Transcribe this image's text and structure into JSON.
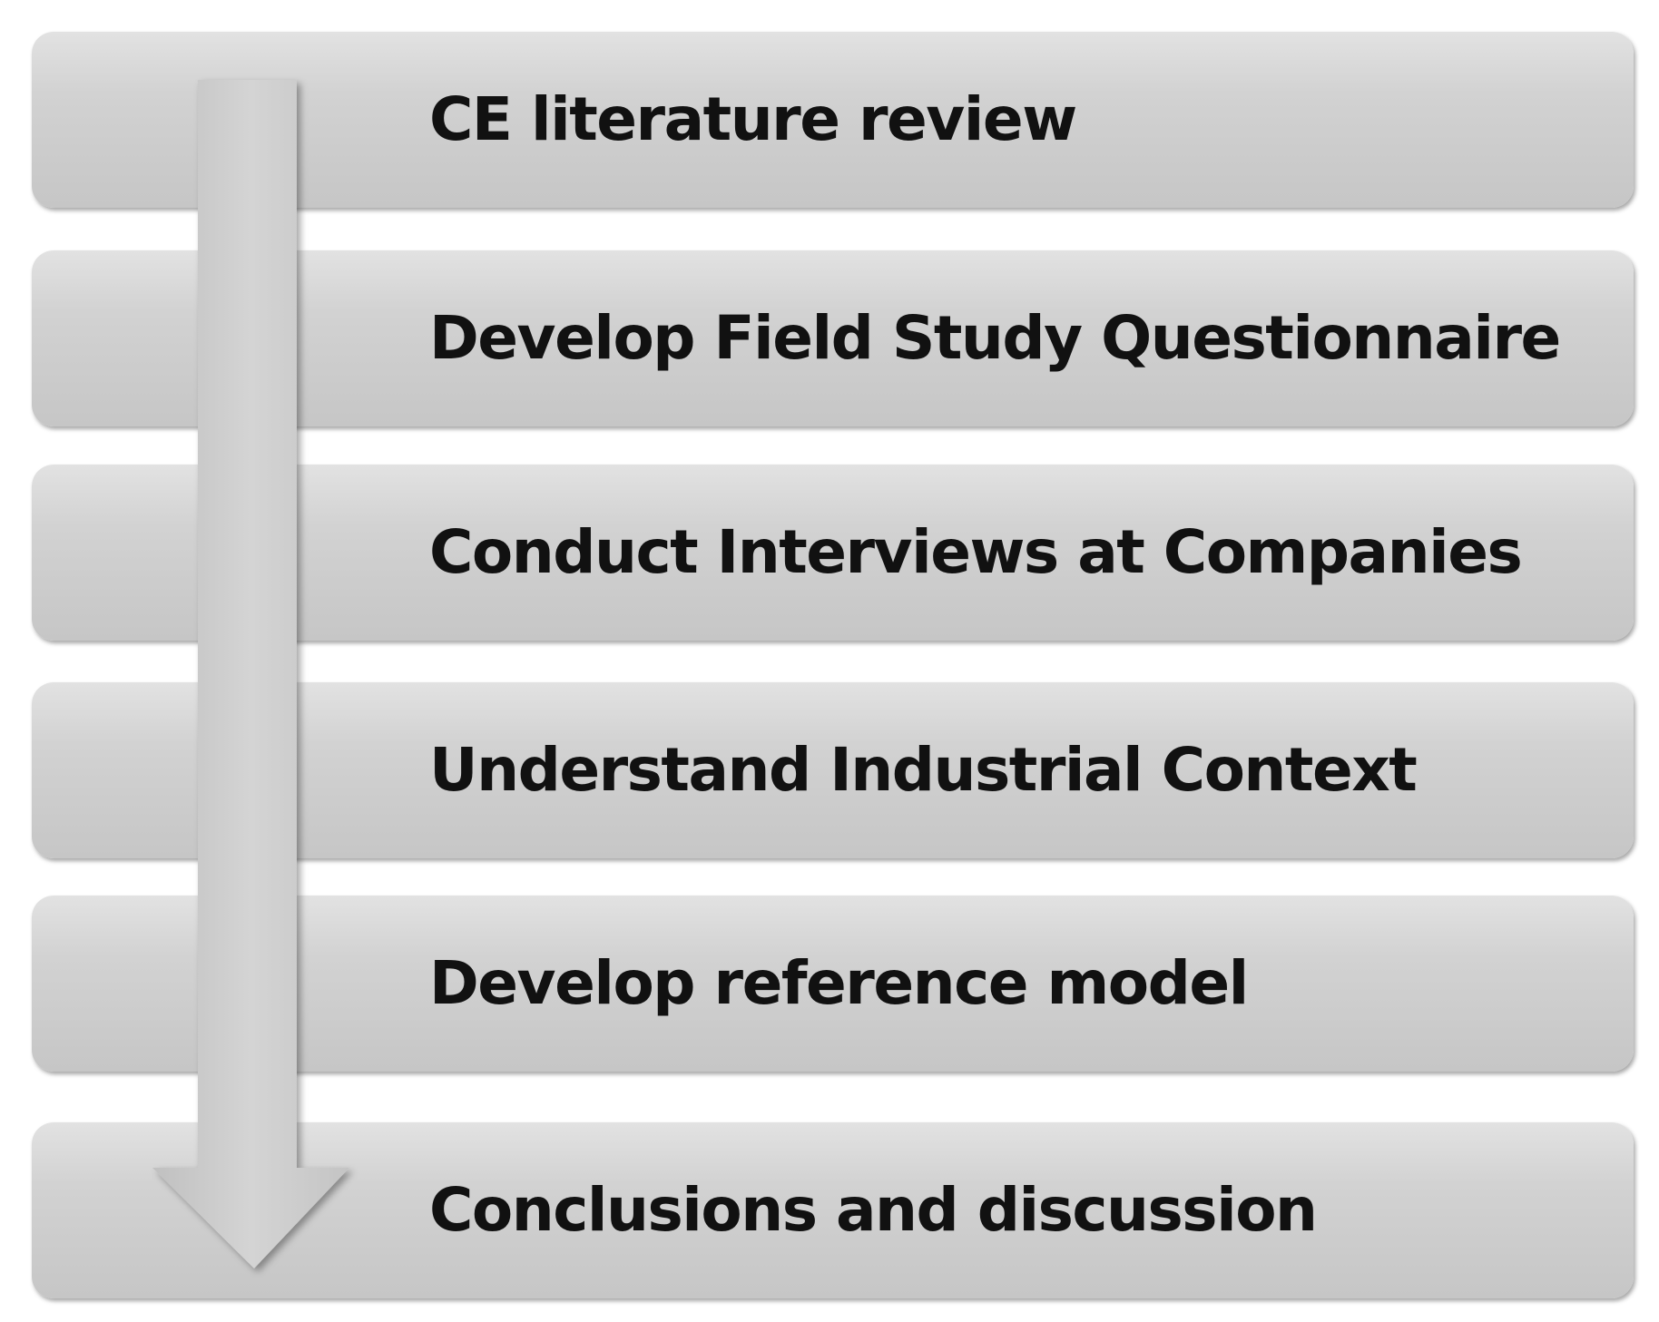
{
  "steps": [
    {
      "label": "CE literature review"
    },
    {
      "label": "Develop Field Study Questionnaire"
    },
    {
      "label": "Conduct Interviews at Companies"
    },
    {
      "label": "Understand Industrial Context"
    },
    {
      "label": "Develop reference model"
    },
    {
      "label": "Conclusions and discussion"
    }
  ],
  "colors": {
    "bar": "#cfcfcf",
    "arrow": "#c8c8c8",
    "text": "#111111"
  }
}
